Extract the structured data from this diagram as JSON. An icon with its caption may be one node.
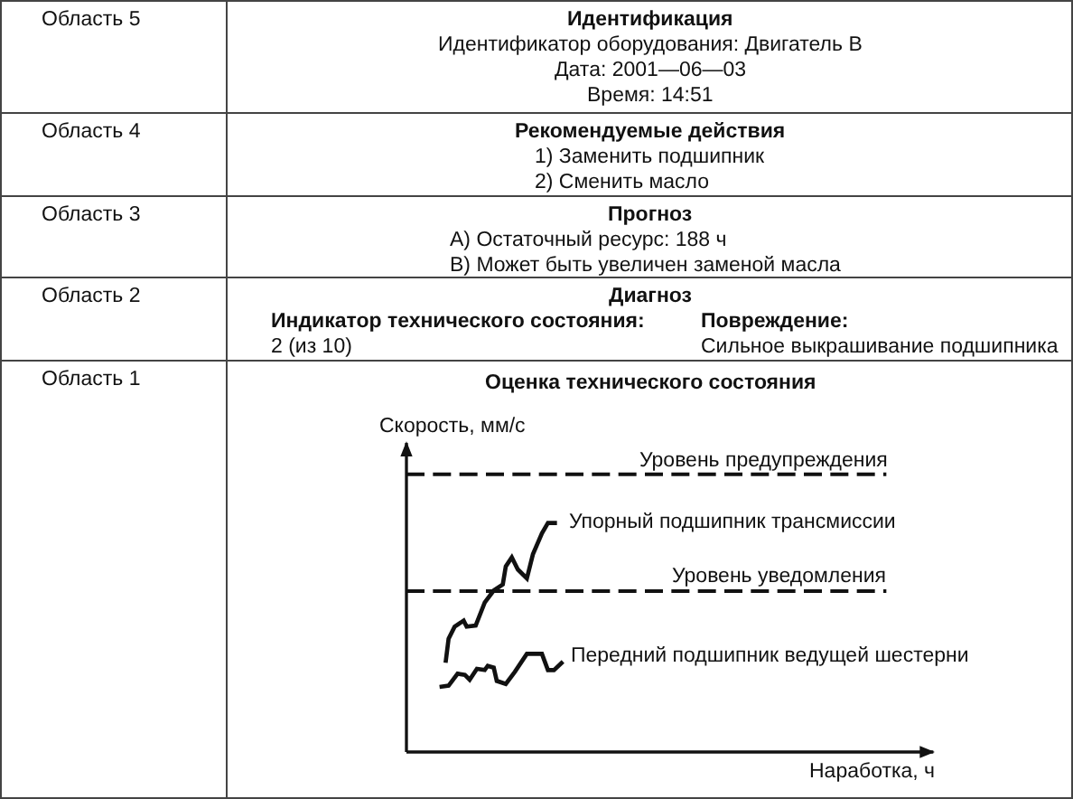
{
  "diagram": {
    "labels": [
      "Область 5",
      "Идентификация",
      "Идентификатор оборудования: Двигатель В",
      "Дата: 2001—06—03",
      "Время: 14:51",
      "Область 4",
      "Рекомендуемые действия",
      "1)  Заменить подшипник",
      "2)  Сменить масло",
      "Область 3",
      "Прогноз",
      "A)  Остаточный ресурс: 188 ч",
      "B)  Может быть увеличен заменой масла",
      "Область 2",
      "Диагноз",
      "Индикатор технического состояния:",
      "Повреждение:",
      "2 (из 10)",
      "Сильное выкрашивание подшипника",
      "Область 1",
      "Оценка технического состояния",
      "Скорость, мм/с",
      "Уровень предупреждения",
      "Упорный подшипник трансмиссии",
      "Уровень уведомления",
      "Передний подшипник ведущей шестерни",
      "Наработка, ч"
    ]
  }
}
